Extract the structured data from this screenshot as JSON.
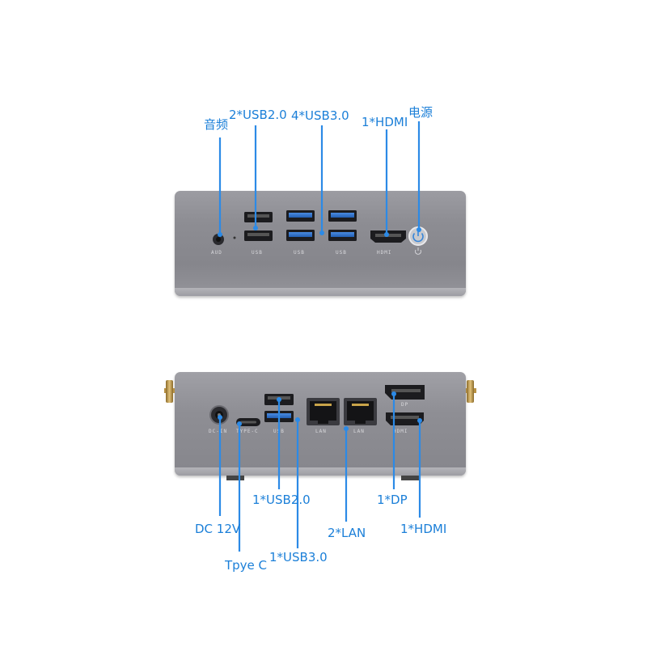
{
  "top_device": {
    "callouts": {
      "audio": "音频",
      "usb20": "2*USB2.0",
      "usb30": "4*USB3.0",
      "hdmi": "1*HDMI",
      "power": "电源"
    },
    "panel_labels": {
      "audio": "AUD",
      "usb_a": "USB",
      "usb_b": "USB",
      "usb_c": "USB",
      "hdmi": "HDMI"
    }
  },
  "bottom_device": {
    "callouts": {
      "dc": "DC 12V",
      "typec": "Tpye C",
      "usb20": "1*USB2.0",
      "usb30": "1*USB3.0",
      "lan": "2*LAN",
      "dp": "1*DP",
      "hdmi": "1*HDMI"
    },
    "panel_labels": {
      "dc": "DC-IN",
      "typec": "TYPE-C",
      "usb": "USB",
      "lan1": "LAN",
      "lan2": "LAN",
      "dp": "DP",
      "hdmi": "HDMI"
    }
  },
  "colors": {
    "callout": "#1b7fd8",
    "usb3_blue": "#2f72c9",
    "chassis": "#8d8d93"
  }
}
